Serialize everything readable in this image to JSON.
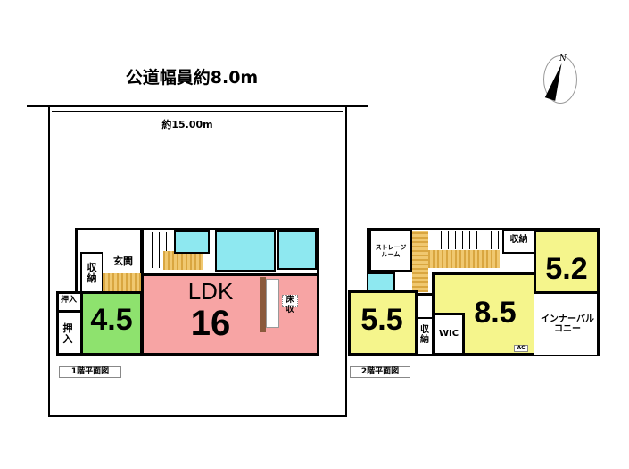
{
  "site": {
    "road_width": "公道幅員約8.0m",
    "frontage": "約15.00m",
    "compass": "N"
  },
  "floor1": {
    "label": "1階平面図",
    "ldk": "LDK",
    "ldk_size": "16",
    "japanese_room": "4.5",
    "entrance": "玄関",
    "storage": "収納",
    "closet_small": "押入",
    "closet_large": "押入",
    "floor_storage": "床収"
  },
  "floor2": {
    "label": "2階平面図",
    "storage_room": "ストレージルーム",
    "storage_top": "収納",
    "room_52": "5.2",
    "room_55": "5.5",
    "room_85": "8.5",
    "storage_small": "収納",
    "wic": "WIC",
    "inner_balcony": "インナーバルコニー",
    "ac": "AC"
  }
}
